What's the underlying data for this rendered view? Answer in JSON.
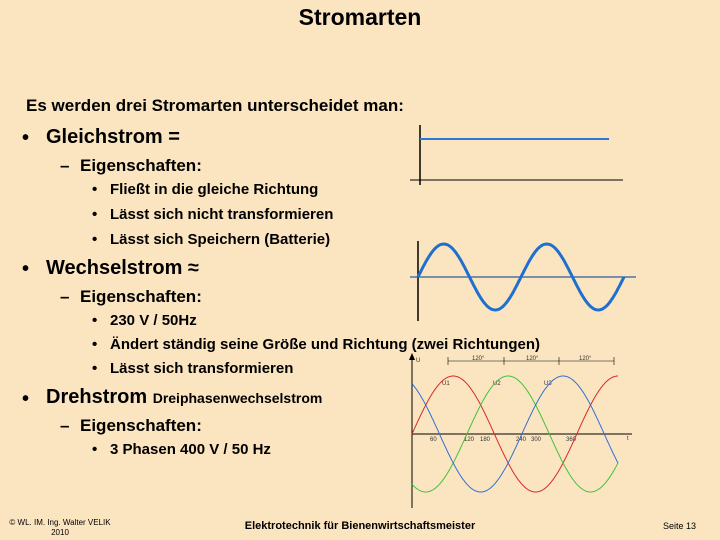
{
  "slide": {
    "title": "Stromarten",
    "intro": "Es werden drei Stromarten unterscheidet man:"
  },
  "sections": {
    "gleichstrom": {
      "heading": "Gleichstrom =",
      "sub": "Eigenschaften:",
      "items": [
        "Fließt in die gleiche Richtung",
        "Lässt sich nicht transformieren",
        "Lässt sich Speichern (Batterie)"
      ]
    },
    "wechselstrom": {
      "heading": "Wechselstrom",
      "symbol": "≈",
      "sub": "Eigenschaften:",
      "items": [
        "230 V / 50Hz",
        "Ändert ständig seine Größe und Richtung (zwei Richtungen)",
        "Lässt sich transformieren"
      ]
    },
    "drehstrom": {
      "heading": "Drehstrom",
      "heading_small": "Dreiphasenwechselstrom",
      "sub": "Eigenschaften:",
      "items": [
        "3 Phasen 400 V / 50 Hz"
      ]
    }
  },
  "diagram_three_phase": {
    "axis_u": "U",
    "axis_t": "t",
    "phase_labels": [
      "U1",
      "U2",
      "U3"
    ],
    "phase_shift_labels": [
      "120°",
      "120°",
      "120°"
    ],
    "tick_labels": [
      "60",
      "120",
      "180",
      "240",
      "300",
      "360"
    ],
    "colors": {
      "u1": "#d62828",
      "u2": "#3fc23f",
      "u3": "#2f6fd6"
    }
  },
  "colors": {
    "background": "#fbe5c0",
    "dc_line": "#2b78d6",
    "ac_wave": "#1f6fd0",
    "axis": "#000000"
  },
  "footer": {
    "copyright_line1": "© WL. IM. Ing. Walter VELIK",
    "copyright_line2": "2010",
    "center": "Elektrotechnik für Bienenwirtschaftsmeister",
    "page": "Seite 13"
  }
}
